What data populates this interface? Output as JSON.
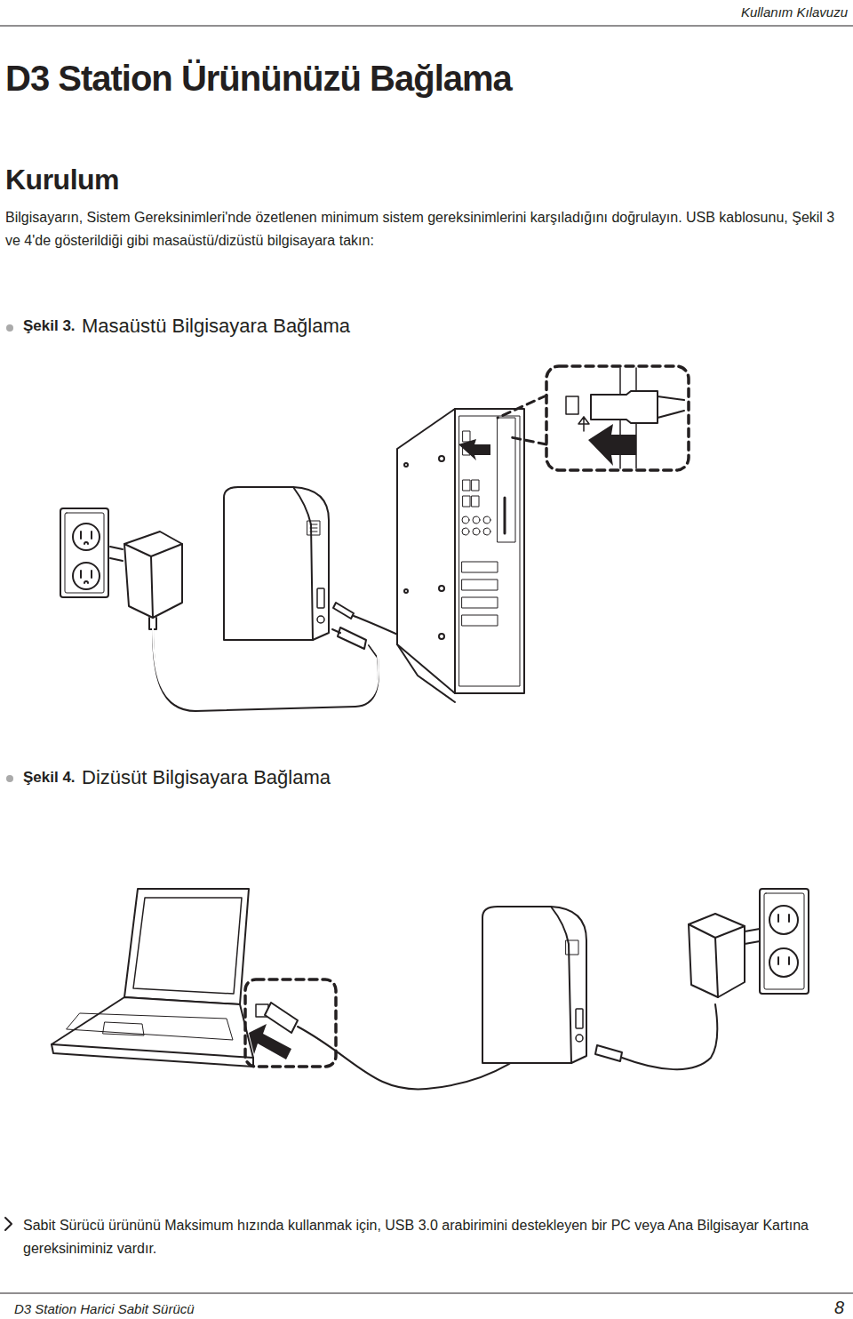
{
  "diagram": {
    "title": "D3 Station Ürününüzü Bağlama",
    "labels": [
      "Kullanım Kılavuzu",
      "Kurulum",
      "Bilgisayarın, Sistem Gereksinimleri'nde özetlenen minimum sistem gereksinimlerini karşıladığını doğrulayın. USB kablosunu, Şekil 3 ve 4'de gösterildiği gibi masaüstü/dizüstü bilgisayara takın:",
      "Şekil 3.",
      "Masaüstü Bilgisayara Bağlama",
      "Şekil 4.",
      "Dizüsüt Bilgisayara Bağlama",
      "Sabit Sürücü ürününü Maksimum hızında kullanmak için, USB 3.0 arabirimini destekleyen bir PC veya Ana Bilgisayar Kartına gereksiniminiz vardır.",
      "D3 Station Harici Sabit Sürücü",
      "8"
    ]
  }
}
